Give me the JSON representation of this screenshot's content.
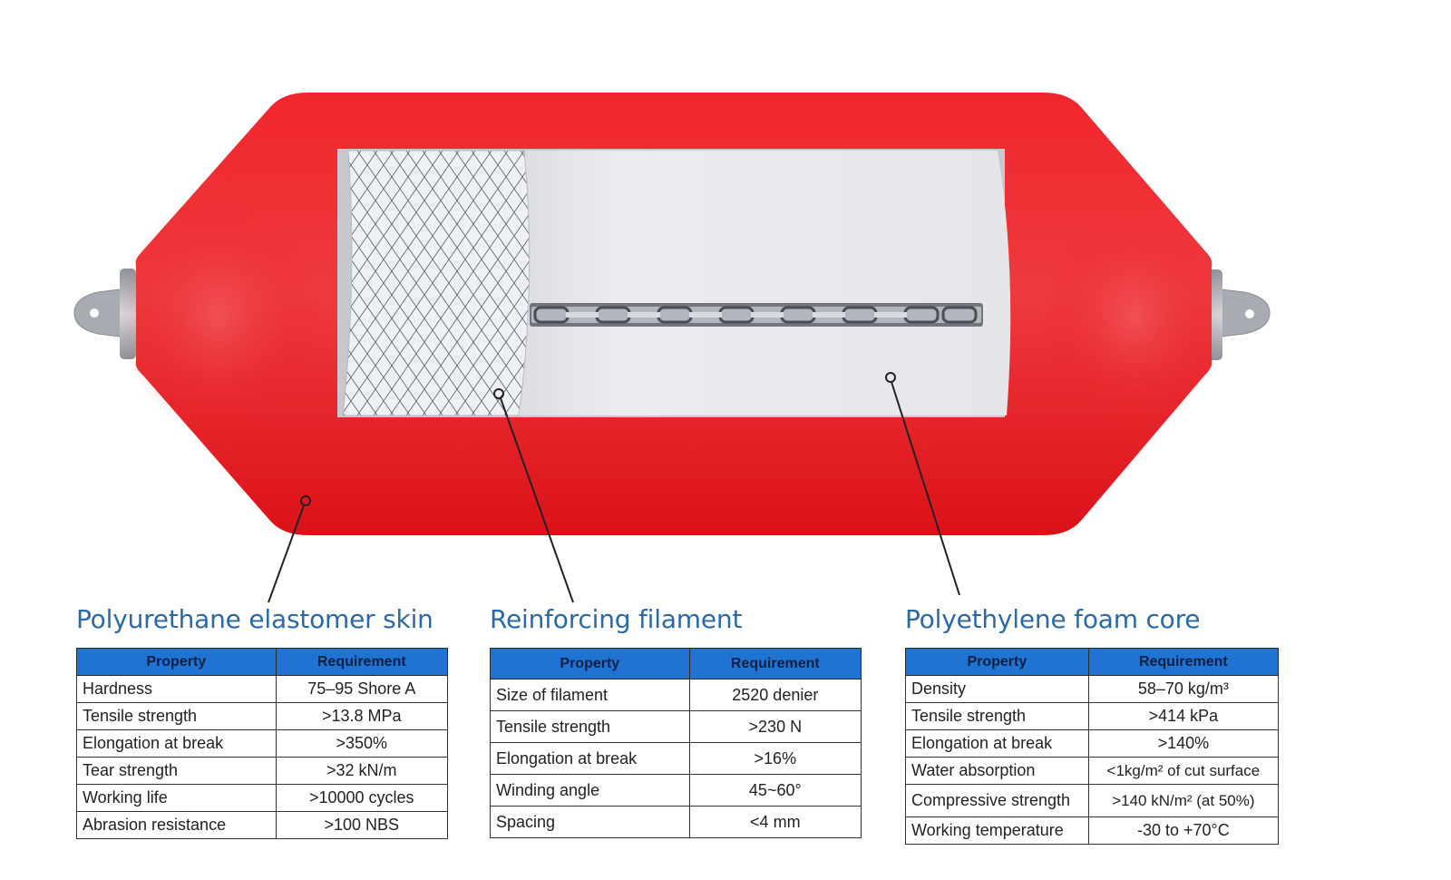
{
  "colors": {
    "skin_red": "#e8141c",
    "header_blue": "#1f73d2",
    "title_blue": "#2a6aa6",
    "foam_white": "#ececf0",
    "end_grey": "#b9bcc3"
  },
  "sections": [
    {
      "title": "Polyurethane elastomer skin",
      "headers": [
        "Property",
        "Requirement"
      ],
      "rows": [
        [
          "Hardness",
          "75–95 Shore A"
        ],
        [
          "Tensile strength",
          ">13.8 MPa"
        ],
        [
          "Elongation at break",
          ">350%"
        ],
        [
          "Tear strength",
          ">32 kN/m"
        ],
        [
          "Working life",
          ">10000 cycles"
        ],
        [
          "Abrasion resistance",
          ">100 NBS"
        ]
      ]
    },
    {
      "title": "Reinforcing filament",
      "headers": [
        "Property",
        "Requirement"
      ],
      "rows": [
        [
          "Size of filament",
          "2520 denier"
        ],
        [
          "Tensile strength",
          ">230 N"
        ],
        [
          "Elongation at break",
          ">16%"
        ],
        [
          "Winding angle",
          "45~60°"
        ],
        [
          "Spacing",
          "<4 mm"
        ]
      ]
    },
    {
      "title": "Polyethylene foam core",
      "headers": [
        "Property",
        "Requirement"
      ],
      "rows": [
        [
          "Density",
          "58–70 kg/m³"
        ],
        [
          "Tensile strength",
          ">414 kPa"
        ],
        [
          "Elongation at break",
          ">140%"
        ],
        [
          "Water absorption",
          "<1kg/m² of cut surface"
        ],
        [
          "Compressive strength",
          ">140 kN/m² (at 50%)"
        ],
        [
          "Working temperature",
          "-30 to +70°C"
        ]
      ]
    }
  ]
}
